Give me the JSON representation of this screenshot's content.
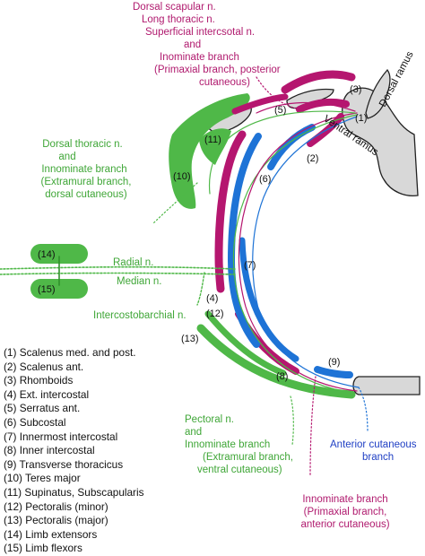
{
  "colors": {
    "green": "#4fb848",
    "green_text": "#3fa637",
    "magenta": "#b5166f",
    "magenta_text": "#b01a6e",
    "blue": "#1e73d6",
    "blue_text": "#1f3fc4",
    "bone": "#d8d8d8",
    "outline": "#222222"
  },
  "labels": {
    "dorsal_scapular": [
      "Dorsal scapular n.",
      "Long thoracic n.",
      "Superficial intercsotal n.",
      "and",
      "Inominate branch",
      "(Primaxial branch, posterior",
      "cutaneous)"
    ],
    "dorsal_thoracic": [
      "Dorsal thoracic n.",
      "and",
      "Innominate branch",
      "(Extramural branch,",
      "dorsal cutaneous)"
    ],
    "dorsal_ramus": "Dorsal ramus",
    "ventral_ramus": "Ventral ramus",
    "radial": "Radial n.",
    "median": "Median n.",
    "intercostobrachial": "Intercostobarchial n.",
    "pectoral": [
      "Pectoral n.",
      "and",
      "Innominate branch",
      "(Extramural branch,",
      "ventral cutaneous)"
    ],
    "anterior_cutaneous": [
      "Anterior cutaneous",
      "branch"
    ],
    "innominate_ventral": [
      "Innominate branch",
      "(Primaxial branch,",
      "anterior cutaneous)"
    ]
  },
  "numbers": {
    "n1": "(1)",
    "n2": "(2)",
    "n3": "(3)",
    "n4": "(4)",
    "n5": "(5)",
    "n6": "(6)",
    "n7": "(7)",
    "n8": "(8)",
    "n9": "(9)",
    "n10": "(10)",
    "n11": "(11)",
    "n12": "(12)",
    "n13": "(13)",
    "n14": "(14)",
    "n15": "(15)"
  },
  "legend": [
    "(1) Scalenus med. and post.",
    "(2) Scalenus ant.",
    "(3) Rhomboids",
    "(4) Ext. intercostal",
    "(5) Serratus ant.",
    "(6) Subcostal",
    "(7) Innermost intercostal",
    "(8) Inner intercostal",
    "(9) Transverse thoracicus",
    "(10) Teres major",
    "(11) Supinatus, Subscapularis",
    "(12) Pectoralis (minor)",
    "(13) Pectoralis (major)",
    "(14) Limb extensors",
    "(15) Limb flexors"
  ]
}
